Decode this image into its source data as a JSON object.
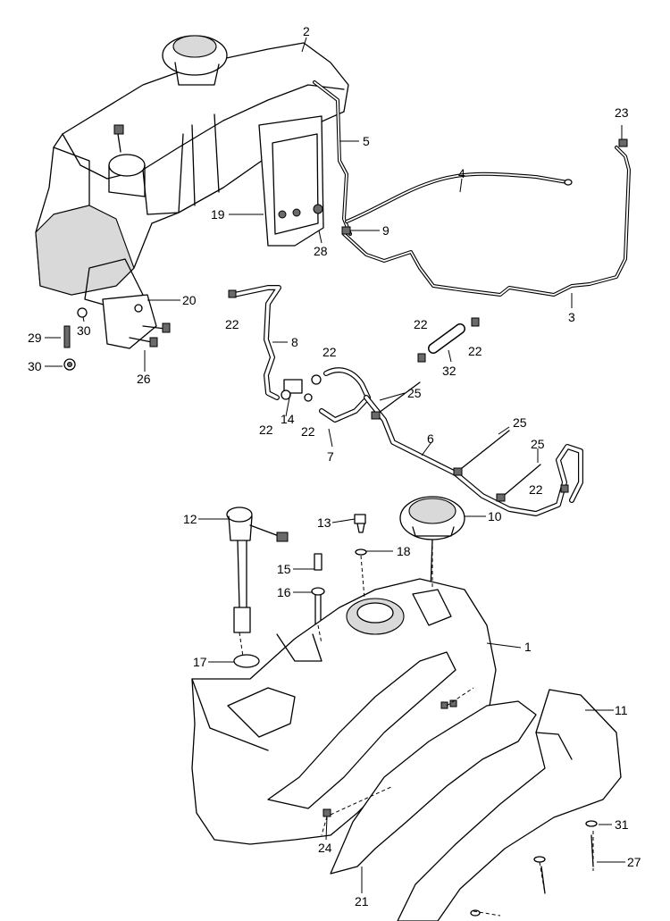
{
  "callouts": [
    {
      "id": "c1",
      "label": "1"
    },
    {
      "id": "c2",
      "label": "2"
    },
    {
      "id": "c3",
      "label": "3"
    },
    {
      "id": "c4",
      "label": "4"
    },
    {
      "id": "c5",
      "label": "5"
    },
    {
      "id": "c6",
      "label": "6"
    },
    {
      "id": "c7",
      "label": "7"
    },
    {
      "id": "c8",
      "label": "8"
    },
    {
      "id": "c9",
      "label": "9"
    },
    {
      "id": "c10",
      "label": "10"
    },
    {
      "id": "c11",
      "label": "11"
    },
    {
      "id": "c12",
      "label": "12"
    },
    {
      "id": "c13",
      "label": "13"
    },
    {
      "id": "c14",
      "label": "14"
    },
    {
      "id": "c15",
      "label": "15"
    },
    {
      "id": "c16",
      "label": "16"
    },
    {
      "id": "c17",
      "label": "17"
    },
    {
      "id": "c18",
      "label": "18"
    },
    {
      "id": "c19",
      "label": "19"
    },
    {
      "id": "c20",
      "label": "20"
    },
    {
      "id": "c21",
      "label": "21"
    },
    {
      "id": "c22a",
      "label": "22"
    },
    {
      "id": "c22b",
      "label": "22"
    },
    {
      "id": "c22c",
      "label": "22"
    },
    {
      "id": "c22d",
      "label": "22"
    },
    {
      "id": "c22e",
      "label": "22"
    },
    {
      "id": "c22f",
      "label": "22"
    },
    {
      "id": "c22g",
      "label": "22"
    },
    {
      "id": "c23",
      "label": "23"
    },
    {
      "id": "c24",
      "label": "24"
    },
    {
      "id": "c25a",
      "label": "25"
    },
    {
      "id": "c25b",
      "label": "25"
    },
    {
      "id": "c25c",
      "label": "25"
    },
    {
      "id": "c26",
      "label": "26"
    },
    {
      "id": "c27",
      "label": "27"
    },
    {
      "id": "c28",
      "label": "28"
    },
    {
      "id": "c29",
      "label": "29"
    },
    {
      "id": "c30a",
      "label": "30"
    },
    {
      "id": "c30b",
      "label": "30"
    },
    {
      "id": "c31",
      "label": "31"
    },
    {
      "id": "c32",
      "label": "32"
    }
  ]
}
